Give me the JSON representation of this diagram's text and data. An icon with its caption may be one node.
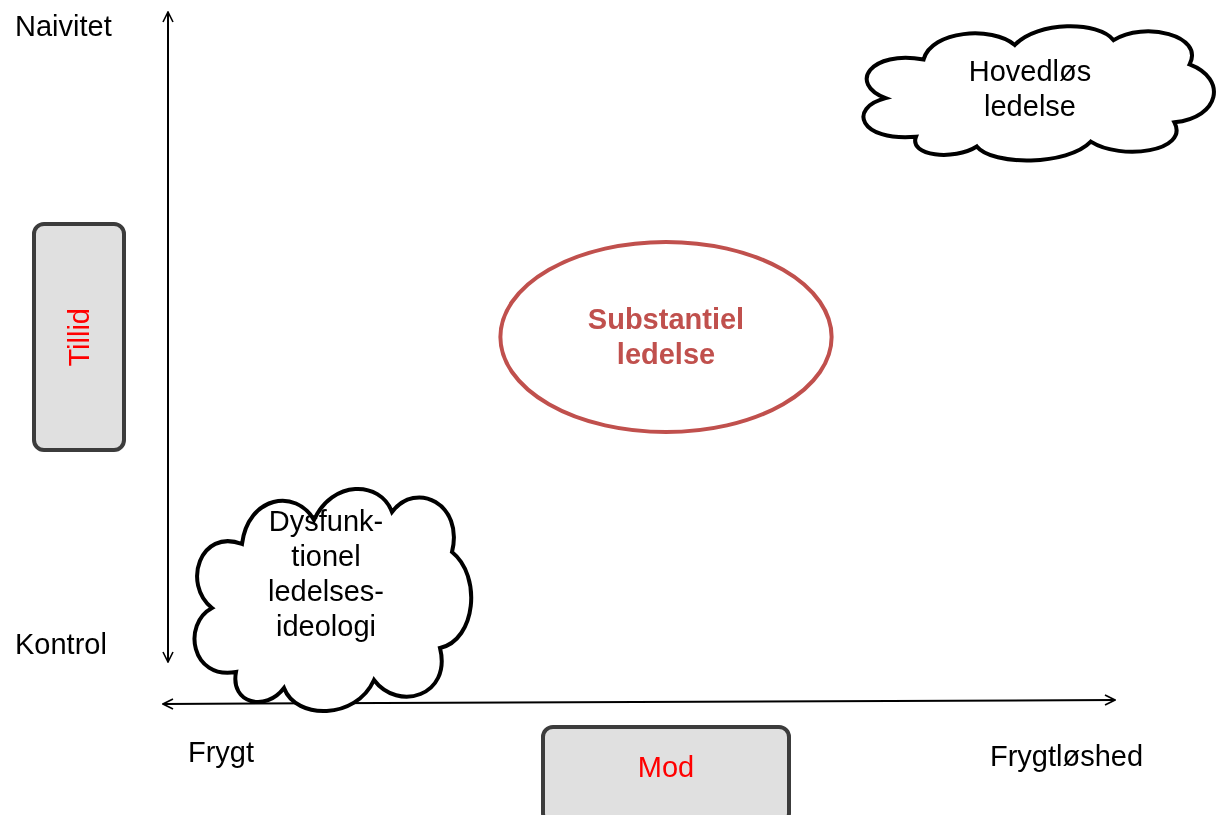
{
  "diagram": {
    "nodes": [
      {
        "text": [
          "Hovedløs ledelse"
        ]
      },
      {
        "text": [
          "Tillid"
        ]
      },
      {
        "text": [
          "Substantiel ledelse"
        ]
      },
      {
        "text": [
          "Dysfunk- tionel ledelses- ideologi"
        ]
      },
      {
        "text": [
          "Mod"
        ]
      }
    ],
    "labels": [
      "Naivitet",
      "Kontrol",
      "Frygt",
      "Frygtløshed"
    ]
  }
}
